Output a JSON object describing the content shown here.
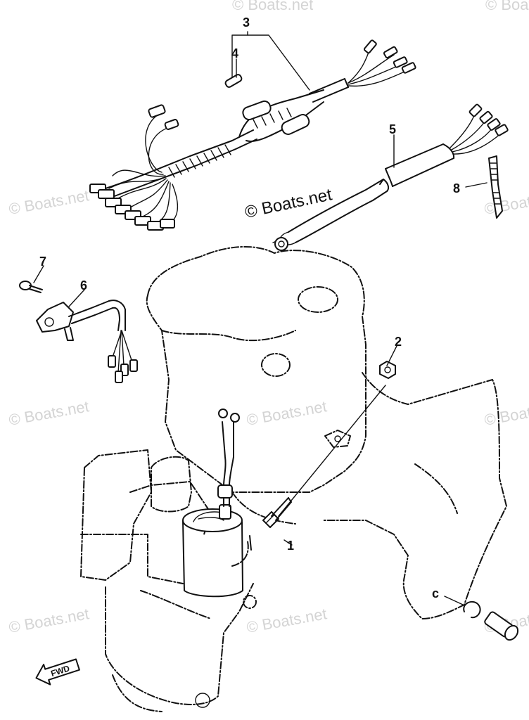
{
  "brand_label": "© Boats.net",
  "watermark_text": "© Boats.net",
  "fwd_label": "FWD",
  "callouts": [
    {
      "id": "1",
      "label": "1"
    },
    {
      "id": "2",
      "label": "2"
    },
    {
      "id": "3",
      "label": "3"
    },
    {
      "id": "4",
      "label": "4"
    },
    {
      "id": "5",
      "label": "5"
    },
    {
      "id": "6",
      "label": "6"
    },
    {
      "id": "7",
      "label": "7"
    },
    {
      "id": "8",
      "label": "8"
    },
    {
      "id": "c",
      "label": "c"
    }
  ],
  "colors": {
    "line": "#111111",
    "watermark": "#d4d4d4",
    "background": "#ffffff"
  }
}
